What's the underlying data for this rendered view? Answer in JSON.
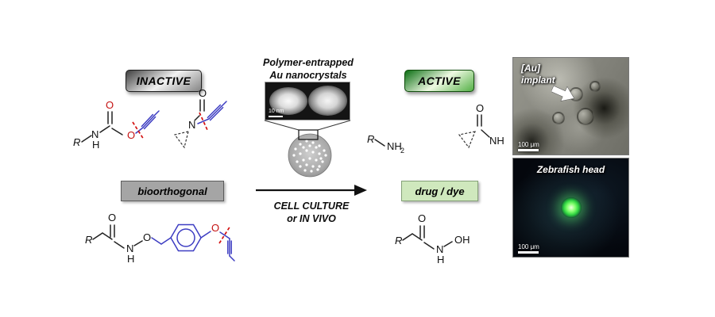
{
  "labels": {
    "inactive": "INACTIVE",
    "active": "ACTIVE",
    "bioorthogonal": "bioorthogonal",
    "drug_dye": "drug / dye"
  },
  "middle": {
    "polymer_caption_line1": "Polymer-entrapped",
    "polymer_caption_line2": "Au nanocrystals",
    "tem_scale": "10 nm",
    "condition_line1": "CELL CULTURE",
    "condition_line2": "or  IN VIVO"
  },
  "micrographs": {
    "top": {
      "label_line1": "[Au]",
      "label_line2": "implant",
      "scale": "100 μm"
    },
    "bottom": {
      "label": "Zebrafish head",
      "scale": "100 μm"
    }
  },
  "structures": {
    "carbamate": {
      "r": "R",
      "n": "N",
      "h": "H",
      "o_carbonyl": "O",
      "o_ester": "O"
    },
    "lactam": {
      "o": "O",
      "n": "N"
    },
    "aryl_ether": {
      "r": "R",
      "o_carbonyl": "O",
      "n": "N",
      "h": "H",
      "o_link": "O",
      "o_aryl": "O"
    },
    "amine": {
      "r": "R",
      "nh": "NH",
      "two": "2"
    },
    "amide": {
      "o": "O",
      "nh": "NH"
    },
    "hydroxamic": {
      "r": "R",
      "o": "O",
      "n": "N",
      "h": "H",
      "oh": "OH"
    }
  },
  "colors": {
    "propargyl_blue": "#3d3dc2",
    "cleavage_red": "#d31111",
    "active_green": "#0b6e13",
    "drug_dye_green": "#cfe8bd"
  }
}
